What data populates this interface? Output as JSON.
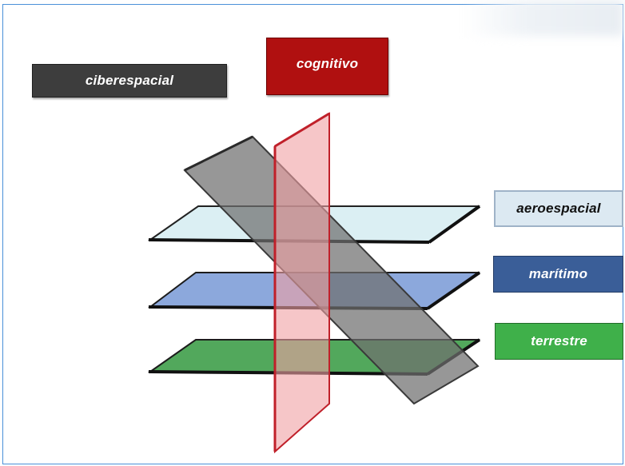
{
  "labels": {
    "ciberespacial": "ciberespacial",
    "cognitivo": "cognitivo",
    "aeroespacial": "aeroespacial",
    "maritimo": "marítimo",
    "terrestre": "terrestre"
  },
  "colors": {
    "ciberespacial_box": "#3d3d3d",
    "cognitivo_box": "#b01010",
    "aeroespacial_box": "#dce9f2",
    "maritimo_box": "#3a5e98",
    "terrestre_box": "#3fb04a",
    "aero_plane": "#d8eef2",
    "maritimo_plane": "#7f9fd8",
    "terrestre_plane": "#3f9f4a",
    "cyber_plane": "#7a7a7a",
    "cognitive_plane": "#f0a0a4",
    "frame_border": "#4a90d9"
  }
}
